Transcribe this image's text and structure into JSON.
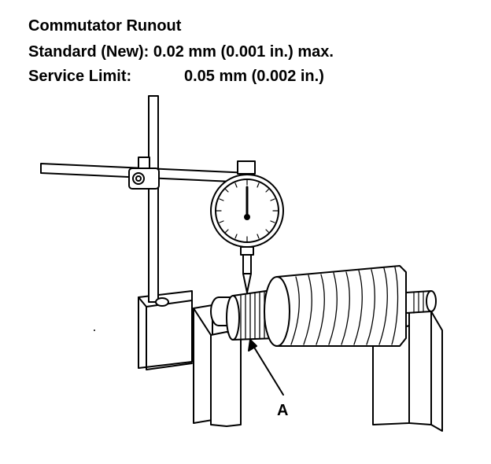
{
  "spec": {
    "title": "Commutator Runout",
    "standard": "Standard (New): 0.02 mm (0.001 in.) max.",
    "service_label": "Service Limit:",
    "service_value": "0.05 mm (0.002 in.)"
  },
  "callouts": {
    "a": "A"
  },
  "colors": {
    "ink": "#000000",
    "paper": "#ffffff"
  }
}
